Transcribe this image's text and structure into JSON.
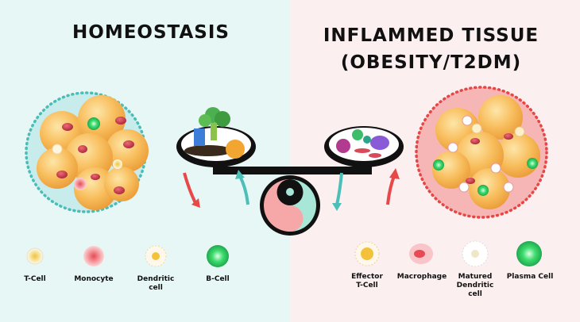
{
  "headings": {
    "left": "HOMEOSTASIS",
    "right_line1": "INFLAMMED TISSUE",
    "right_line2": "(OBESITY/T2DM)"
  },
  "legend_left": [
    {
      "label": "T-Cell",
      "icon": "t-cell-icon"
    },
    {
      "label": "Monocyte",
      "icon": "monocyte-icon"
    },
    {
      "label": "Dendritic",
      "label2": "cell",
      "icon": "dendritic-cell-icon"
    },
    {
      "label": "B-Cell",
      "icon": "b-cell-icon"
    }
  ],
  "legend_right": [
    {
      "label": "Effector",
      "label2": "T-Cell",
      "icon": "effector-t-cell-icon"
    },
    {
      "label": "Macrophage",
      "icon": "macrophage-icon"
    },
    {
      "label": "Matured",
      "label2": "Dendritic",
      "label3": "cell",
      "icon": "matured-dendritic-cell-icon"
    },
    {
      "label": "Plasma Cell",
      "icon": "plasma-cell-icon"
    }
  ],
  "colors": {
    "left_bg": "#e7f7f5",
    "right_bg": "#fcefef",
    "teal": "#5bc7c0",
    "red": "#ef5b5b",
    "adipocyte": "#f7b955",
    "nucleus": "#c83a48"
  }
}
